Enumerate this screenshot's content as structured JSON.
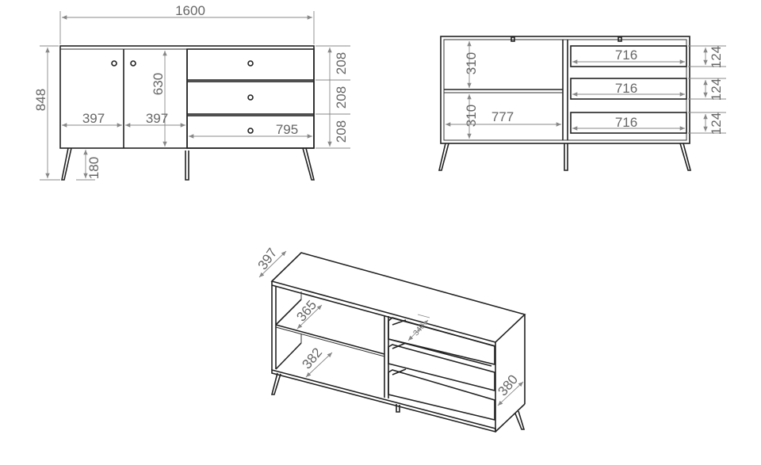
{
  "front_view": {
    "total_width": "1600",
    "total_height": "848",
    "body_height": "630",
    "leg_height": "180",
    "door_width_left": "397",
    "door_width_right": "397",
    "drawer_width": "795",
    "drawer_heights": [
      "208",
      "208",
      "208"
    ]
  },
  "back_view": {
    "shelf_heights": [
      "310",
      "310"
    ],
    "compartment_width": "777",
    "inner_drawer_widths": [
      "716",
      "716",
      "716"
    ],
    "inner_drawer_heights": [
      "124",
      "124",
      "124"
    ]
  },
  "isometric_view": {
    "depth": "397",
    "upper_shelf_depth": "365",
    "lower_shelf_depth": "382",
    "drawer_depth": "340",
    "side_depth": "380"
  }
}
